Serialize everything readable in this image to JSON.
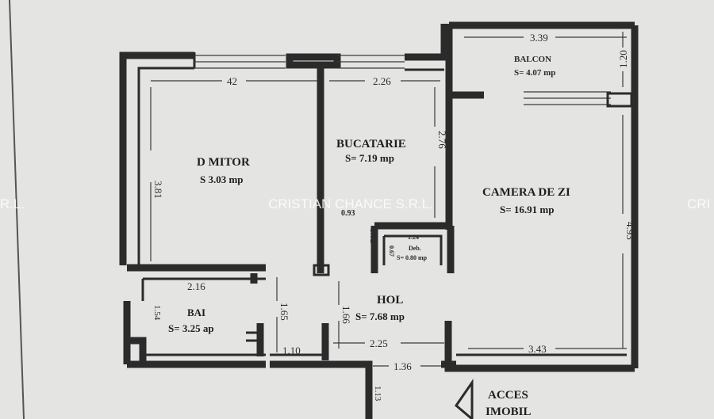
{
  "rooms": {
    "dormitor": {
      "label": "D  MITOR",
      "area": "S    3.03 mp"
    },
    "bucatarie": {
      "label": "BUCATARIE",
      "area": "S= 7.19 mp"
    },
    "balcon": {
      "label": "BALCON",
      "area": "S= 4.07 mp"
    },
    "camera": {
      "label": "CAMERA DE ZI",
      "area": "S= 16.91 mp"
    },
    "hol": {
      "label": "HOL",
      "area": "S= 7.68 mp"
    },
    "baie": {
      "label": "BAI",
      "area": "S= 3.25  ap"
    },
    "debara": {
      "label": "Deb.",
      "area": "S= 0.80 mp"
    }
  },
  "dimensions": [
    "42",
    "2.26",
    "3.39",
    "1.20",
    "3.81",
    "2.76",
    "0.93",
    "1.02",
    "1.24",
    "0.67",
    "4.93",
    "2.16",
    "1.54",
    "1.65",
    "1.66",
    "1.10",
    "2.25",
    "1.36",
    "3.43",
    "1.13"
  ],
  "entrance": {
    "label_1": "ACCES",
    "label_2": "IMOBIL"
  },
  "watermark": {
    "center": "CRISTIAN CHANCE S.R.L.",
    "left": "R.L.",
    "right": "CRI"
  }
}
